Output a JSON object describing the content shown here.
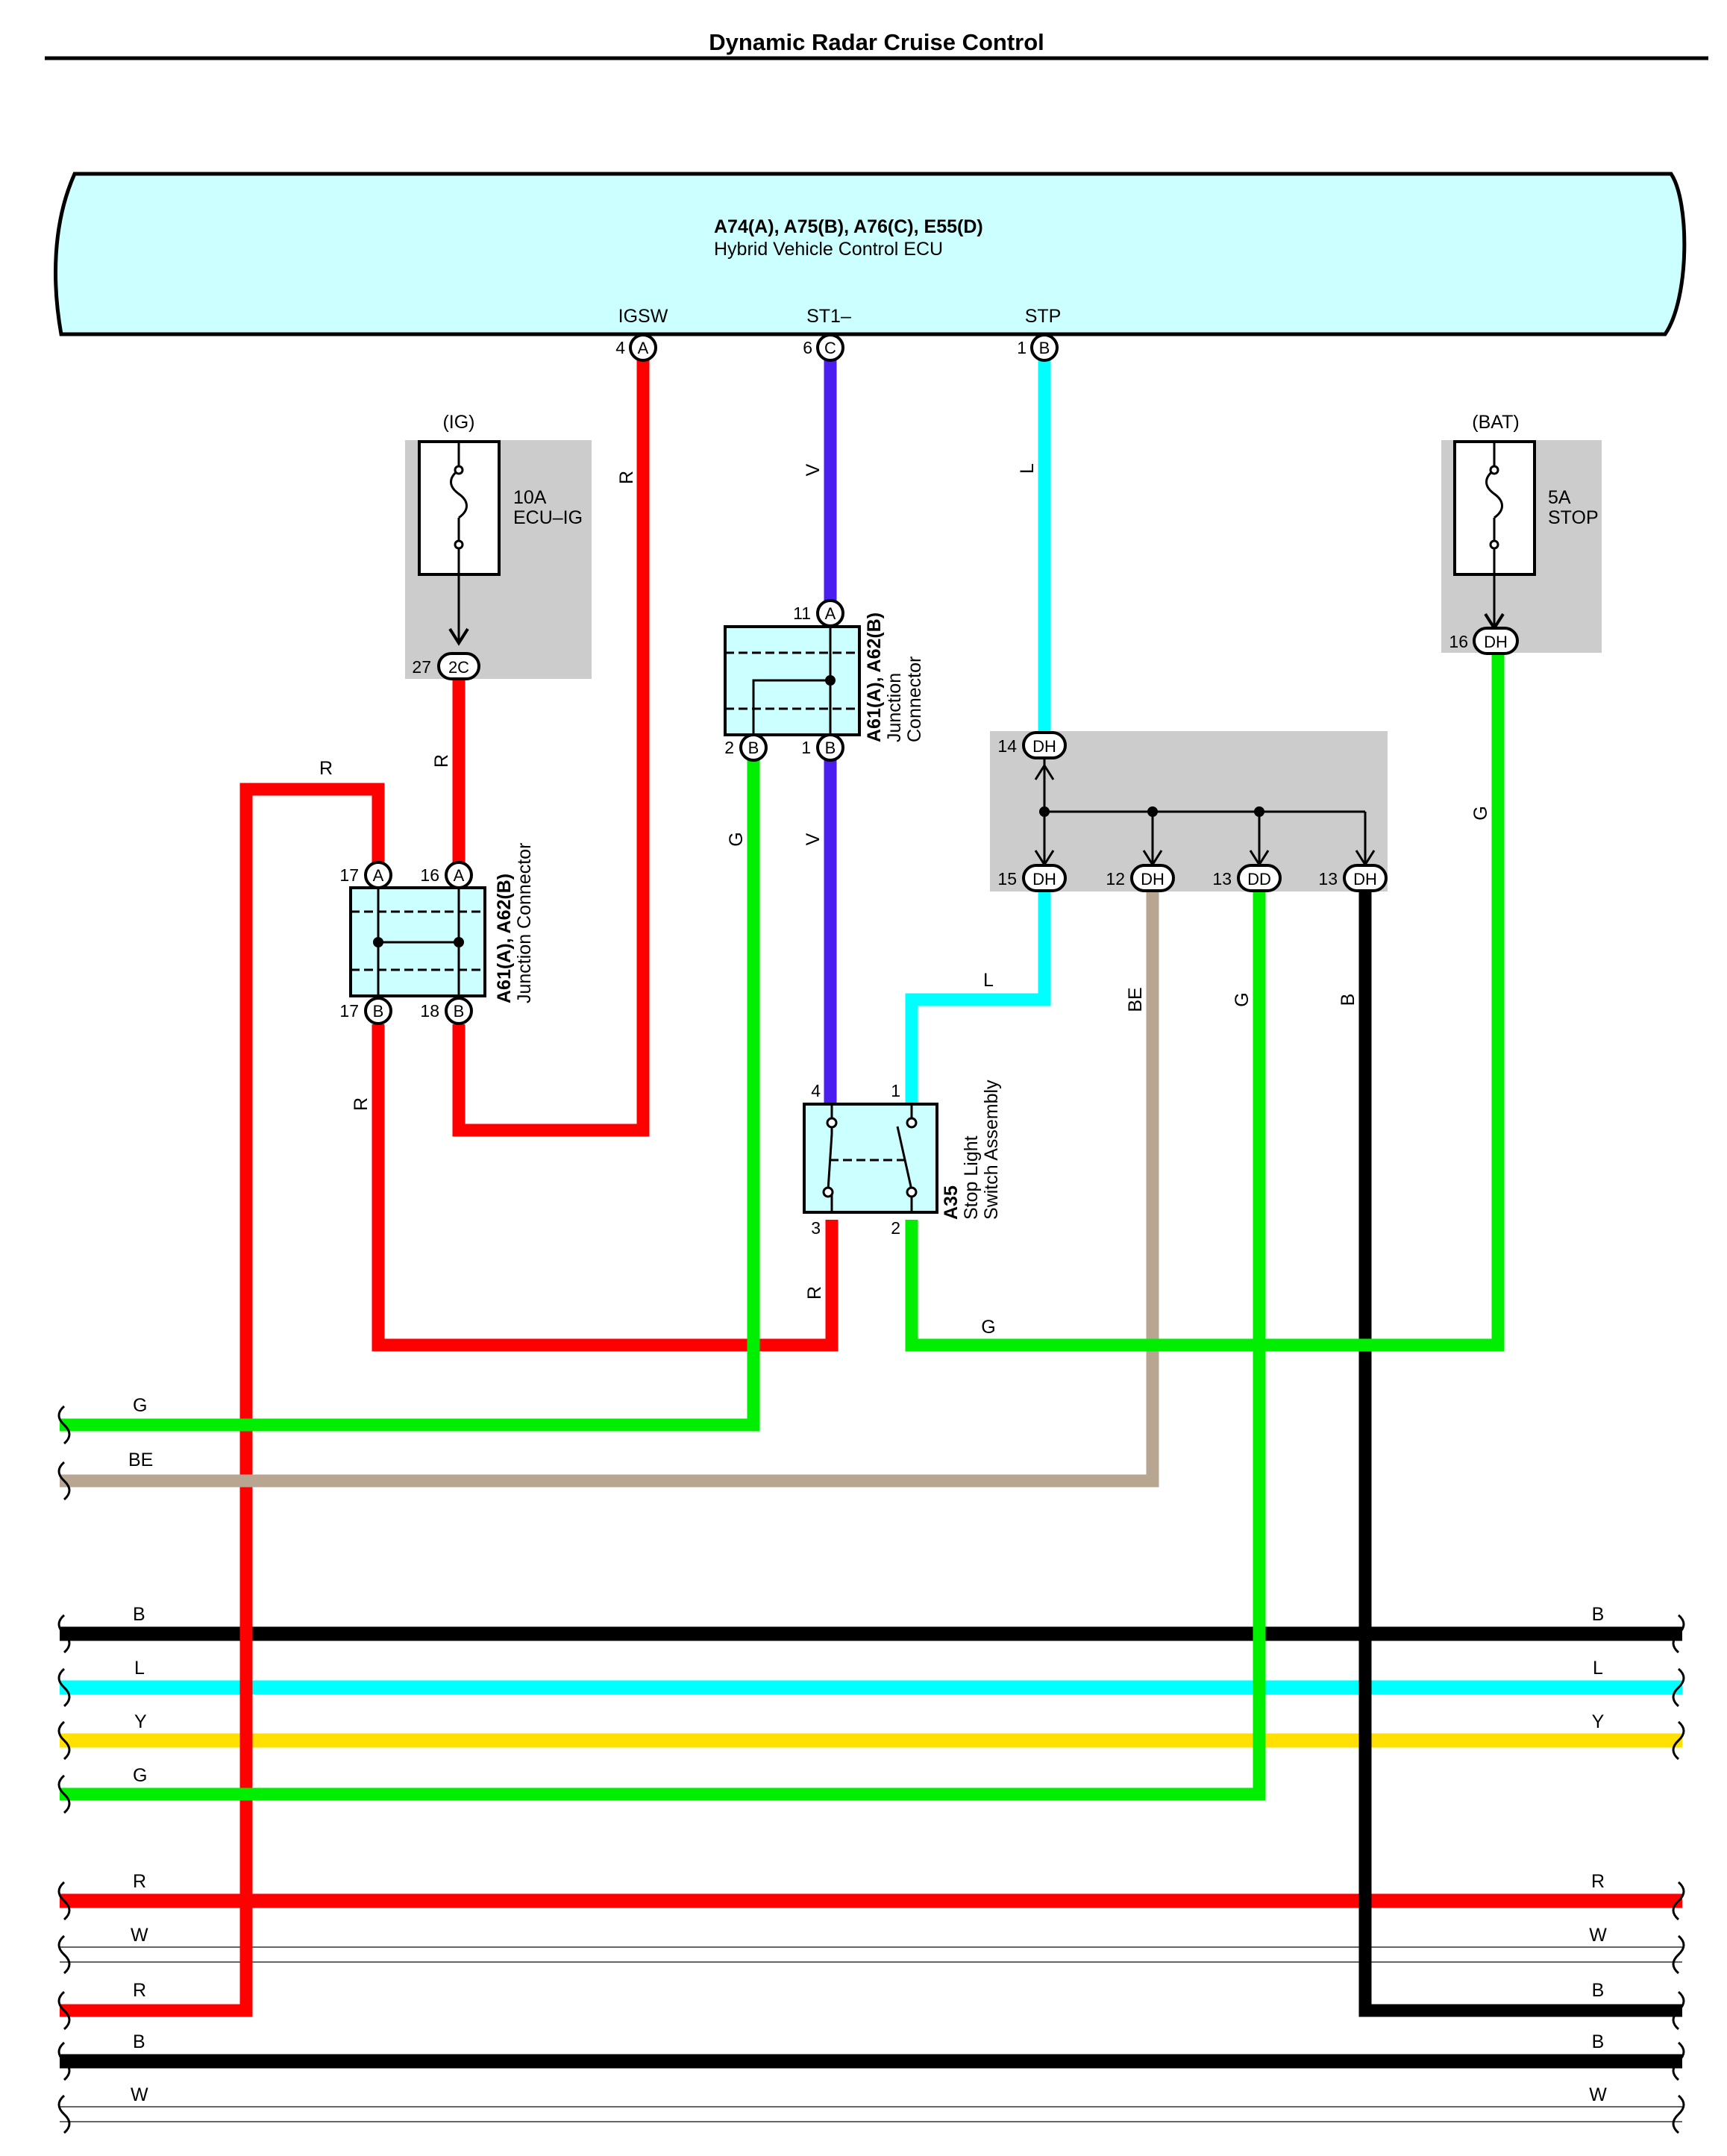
{
  "title": "Dynamic Radar Cruise Control",
  "ecu": {
    "codes": "A74(A), A75(B), A76(C), E55(D)",
    "name": "Hybrid Vehicle Control ECU",
    "terminals": [
      {
        "name": "IGSW",
        "pin": "4",
        "conn": "A"
      },
      {
        "name": "ST1–",
        "pin": "6",
        "conn": "C"
      },
      {
        "name": "STP",
        "pin": "1",
        "conn": "B"
      }
    ]
  },
  "fuses": [
    {
      "source": "(IG)",
      "rating": "10A",
      "name": "ECU–IG",
      "pin": "27",
      "conn": "2C"
    },
    {
      "source": "(BAT)",
      "rating": "5A",
      "name": "STOP",
      "pin": "16",
      "conn": "DH"
    }
  ],
  "junction_connectors": [
    {
      "codes": "A61(A), A62(B)",
      "name_line1": "Junction",
      "name_line2": "Connector",
      "pins": [
        {
          "pin": "11",
          "conn": "A"
        },
        {
          "pin": "2",
          "conn": "B"
        },
        {
          "pin": "1",
          "conn": "B"
        }
      ]
    },
    {
      "codes": "A61(A), A62(B)",
      "name": "Junction Connector",
      "pins": [
        {
          "pin": "17",
          "conn": "A"
        },
        {
          "pin": "16",
          "conn": "A"
        },
        {
          "pin": "17",
          "conn": "B"
        },
        {
          "pin": "18",
          "conn": "B"
        }
      ]
    }
  ],
  "splice_block": {
    "pins": [
      {
        "pin": "14",
        "conn": "DH"
      },
      {
        "pin": "15",
        "conn": "DH"
      },
      {
        "pin": "12",
        "conn": "DH"
      },
      {
        "pin": "13",
        "conn": "DD"
      },
      {
        "pin": "13",
        "conn": "DH"
      }
    ]
  },
  "stop_light_switch": {
    "code": "A35",
    "name_line1": "Stop Light",
    "name_line2": "Switch Assembly",
    "pins": [
      "4",
      "1",
      "3",
      "2"
    ]
  },
  "wire_labels": {
    "igsw_r": "R",
    "st1_v_top": "V",
    "stp_l": "L",
    "ecuig_r": "R",
    "jc_left_r": "R",
    "jc_g": "G",
    "jc_v_bottom": "V",
    "fuse_stop_g": "G",
    "splice_l": "L",
    "splice_be": "BE",
    "splice_g": "G",
    "splice_b": "B",
    "jc2_b17_r": "R",
    "sw3_r": "R",
    "sw2_g": "G"
  },
  "harness_left": [
    "G",
    "BE",
    "B",
    "L",
    "Y",
    "G",
    "R",
    "W",
    "R",
    "B",
    "W"
  ],
  "harness_right": [
    "B",
    "L",
    "Y",
    "R",
    "W",
    "B",
    "B",
    "W"
  ],
  "wire_colors": {
    "R": "#ff0000",
    "V": "#4a1ef0",
    "L": "#00ffff",
    "G": "#00ee00",
    "BE": "#b8a592",
    "B": "#000000",
    "Y": "#ffe000",
    "W": "#ffffff"
  },
  "fills": {
    "ecu": "#ccffff",
    "connector": "#ccffff",
    "shade": "#cccccc"
  }
}
